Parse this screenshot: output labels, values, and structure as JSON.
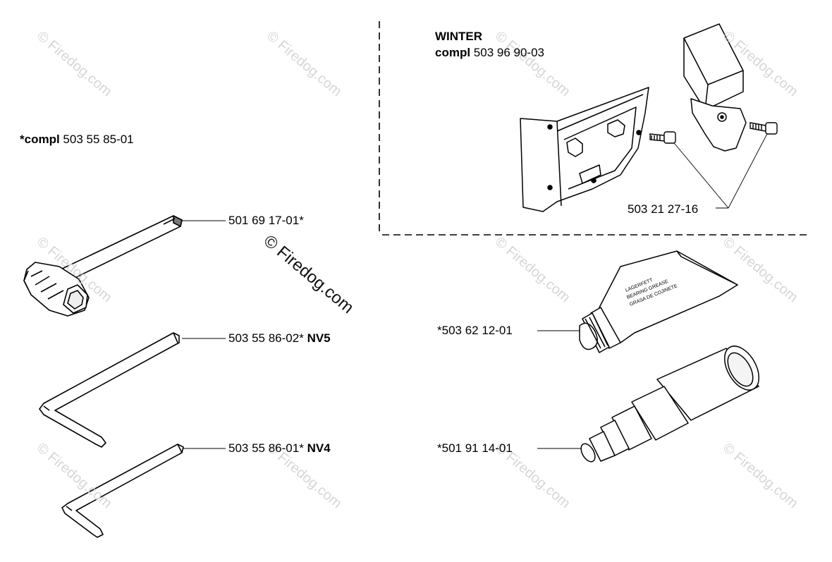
{
  "watermark": "© Firedog.com",
  "winter_kit": {
    "title": "WINTER",
    "compl_label": "compl",
    "part_number": "503 96 90-03"
  },
  "compl_main": {
    "prefix": "*compl",
    "part_number": "503 55 85-01"
  },
  "parts": {
    "socket_wrench": {
      "number": "501 69 17-01*"
    },
    "hex_key_large": {
      "number": "503 55 86-02*",
      "size": "NV5"
    },
    "hex_key_small": {
      "number": "503 55 86-01*",
      "size": "NV4"
    },
    "winter_screw": {
      "number": "503 21 27-16"
    },
    "grease_tube": {
      "number": "*503 62 12-01"
    },
    "grease_gun": {
      "number": "*501 91 14-01"
    }
  }
}
